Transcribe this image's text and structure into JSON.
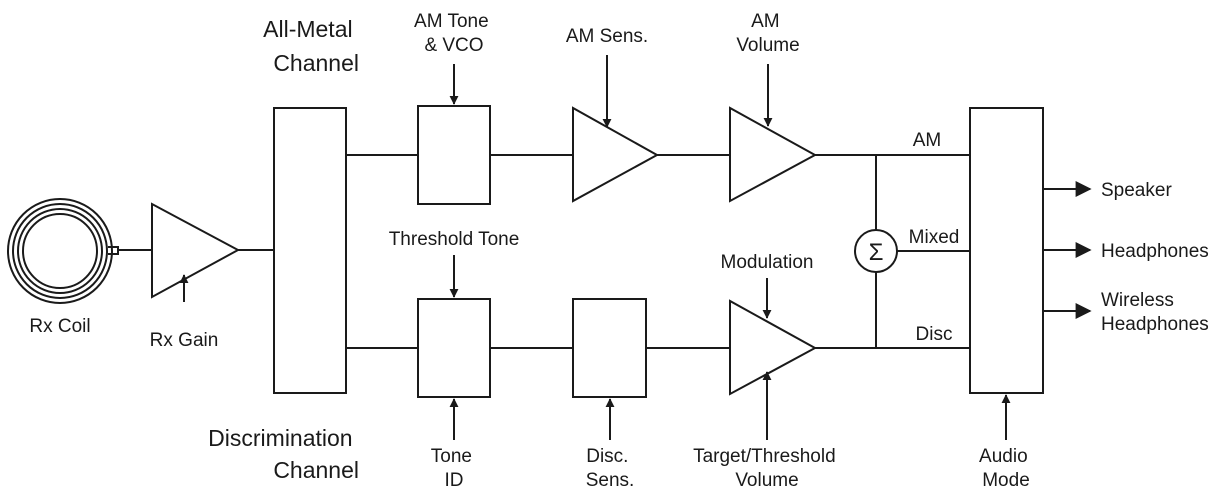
{
  "labels": {
    "all_metal_channel": [
      "All-Metal",
      "Channel"
    ],
    "discrimination_channel": [
      "Discrimination",
      "Channel"
    ],
    "rx_coil": "Rx Coil",
    "rx_gain": "Rx Gain",
    "am_tone_vco": [
      "AM Tone",
      "& VCO"
    ],
    "am_sens": "AM Sens.",
    "am_volume": [
      "AM",
      "Volume"
    ],
    "threshold_tone": "Threshold Tone",
    "modulation": "Modulation",
    "tone_id": [
      "Tone",
      "ID"
    ],
    "disc_sens": [
      "Disc.",
      "Sens."
    ],
    "target_threshold_volume": [
      "Target/Threshold",
      "Volume"
    ],
    "audio_mode": [
      "Audio",
      "Mode"
    ],
    "sig_am": "AM",
    "sig_mixed": "Mixed",
    "sig_disc": "Disc",
    "summer_symbol": "Σ",
    "out_speaker": "Speaker",
    "out_headphones": "Headphones",
    "out_wireless": [
      "Wireless",
      "Headphones"
    ]
  }
}
